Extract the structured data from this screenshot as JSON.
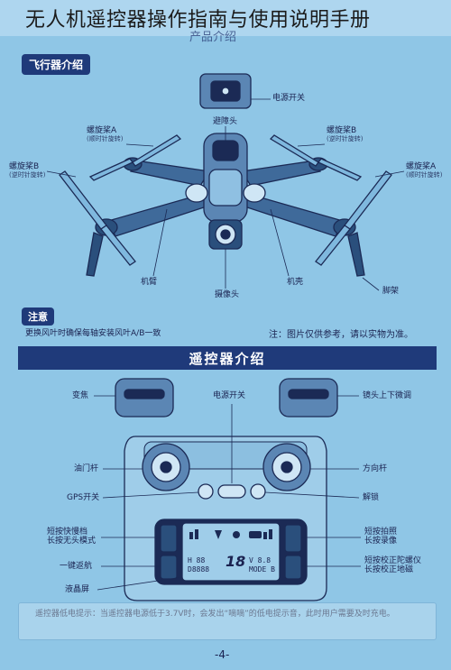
{
  "page_title": "无人机遥控器操作指南与使用说明手册",
  "faint_header": "产品介绍",
  "drone_section": {
    "tag": "飞行器介绍",
    "labels": {
      "power_switch": "电源开关",
      "obstacle": "避障头",
      "propeller_a_left": "螺旋桨A",
      "propeller_a_left_sub": "(顺时针旋转)",
      "propeller_b_right": "螺旋桨B",
      "propeller_b_right_sub": "(逆时针旋转)",
      "propeller_b_left": "螺旋桨B",
      "propeller_b_left_sub": "(逆时针旋转)",
      "propeller_a_right": "螺旋桨A",
      "propeller_a_right_sub": "(顺时针旋转)",
      "arm": "机臂",
      "camera": "摄像头",
      "shell": "机壳",
      "landing_gear": "脚架"
    },
    "note_tag": "注意",
    "note_text": "更换风叶时确保每轴安装风叶A/B一致",
    "note_right": "注：图片仅供参考，请以实物为准。"
  },
  "remote_section": {
    "banner": "遥控器介绍",
    "labels": {
      "zoom": "变焦",
      "power_switch": "电源开关",
      "tilt": "镜头上下微调",
      "throttle": "油门杆",
      "direction": "方向杆",
      "gps": "GPS开关",
      "unlock": "解锁",
      "speed_1": "短按快慢档",
      "speed_2": "长按无头模式",
      "photo_1": "短按拍照",
      "photo_2": "长按录像",
      "return": "一键返航",
      "gyro_1": "短按校正陀螺仪",
      "gyro_2": "长按校正地磁",
      "lcd": "液晶屏"
    },
    "lcd": {
      "left_line1": "H 88",
      "left_line2": "D8888",
      "center_digit": "18",
      "right_line1": "V 8.8",
      "right_line2": "MODE B"
    },
    "warning_text": "遥控器低电提示：当遥控器电源低于3.7V时，会发出“嘀嘀”的低电提示音，此时用户需要及时充电。"
  },
  "page_number": "-4-"
}
